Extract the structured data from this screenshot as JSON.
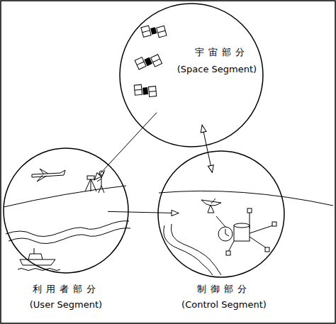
{
  "diagram": {
    "nodes": [
      {
        "text": [
          "宇宙部分",
          "(Space Segment)"
        ]
      },
      {
        "text": [
          "利用者部分",
          "(User Segment)"
        ]
      },
      {
        "text": [
          "制御部分",
          "(Control Segment)"
        ]
      }
    ],
    "edges": [
      {
        "from": 0,
        "to": 1,
        "arrow": "to"
      },
      {
        "from": 0,
        "to": 2,
        "arrow": "both"
      },
      {
        "from": 1,
        "to": 2,
        "arrow": "to"
      }
    ]
  }
}
